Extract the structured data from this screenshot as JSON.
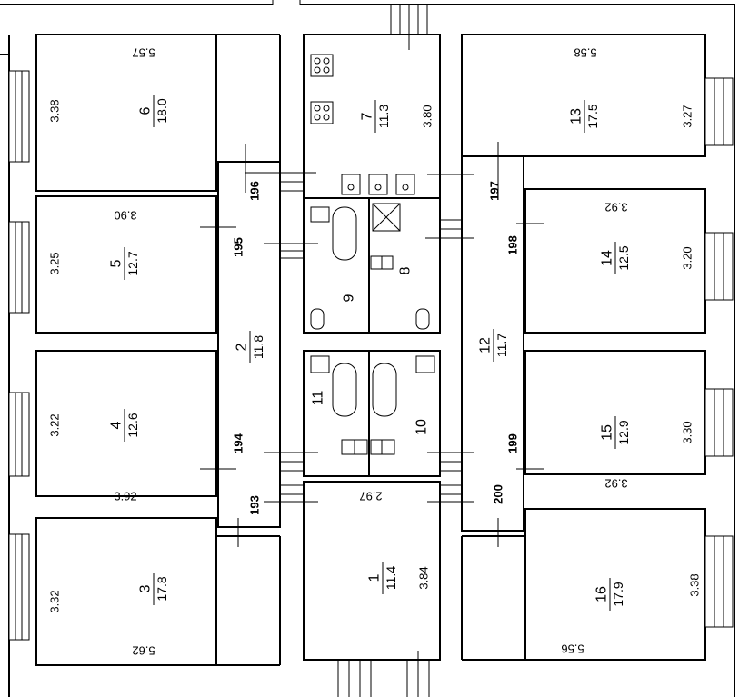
{
  "rooms": [
    {
      "id": "1",
      "area": "11.4"
    },
    {
      "id": "2",
      "area": "11.8"
    },
    {
      "id": "3",
      "area": "17.8"
    },
    {
      "id": "4",
      "area": "12.6"
    },
    {
      "id": "5",
      "area": "12.7"
    },
    {
      "id": "6",
      "area": "18.0"
    },
    {
      "id": "7",
      "area": "11.3"
    },
    {
      "id": "8",
      "area": ""
    },
    {
      "id": "9",
      "area": ""
    },
    {
      "id": "10",
      "area": ""
    },
    {
      "id": "11",
      "area": ""
    },
    {
      "id": "12",
      "area": "11.7"
    },
    {
      "id": "13",
      "area": "17.5"
    },
    {
      "id": "14",
      "area": "12.5"
    },
    {
      "id": "15",
      "area": "12.9"
    },
    {
      "id": "16",
      "area": "17.9"
    }
  ],
  "dimensions": [
    "5.57",
    "3.38",
    "3.90",
    "3.25",
    "3.22",
    "3.92",
    "3.32",
    "5.62",
    "3.80",
    "5.58",
    "3.27",
    "3.92",
    "3.20",
    "3.30",
    "3.92",
    "3.84",
    "2.97",
    "3.38",
    "5.56"
  ],
  "doors": [
    "196",
    "195",
    "194",
    "193",
    "197",
    "198",
    "199",
    "200"
  ]
}
